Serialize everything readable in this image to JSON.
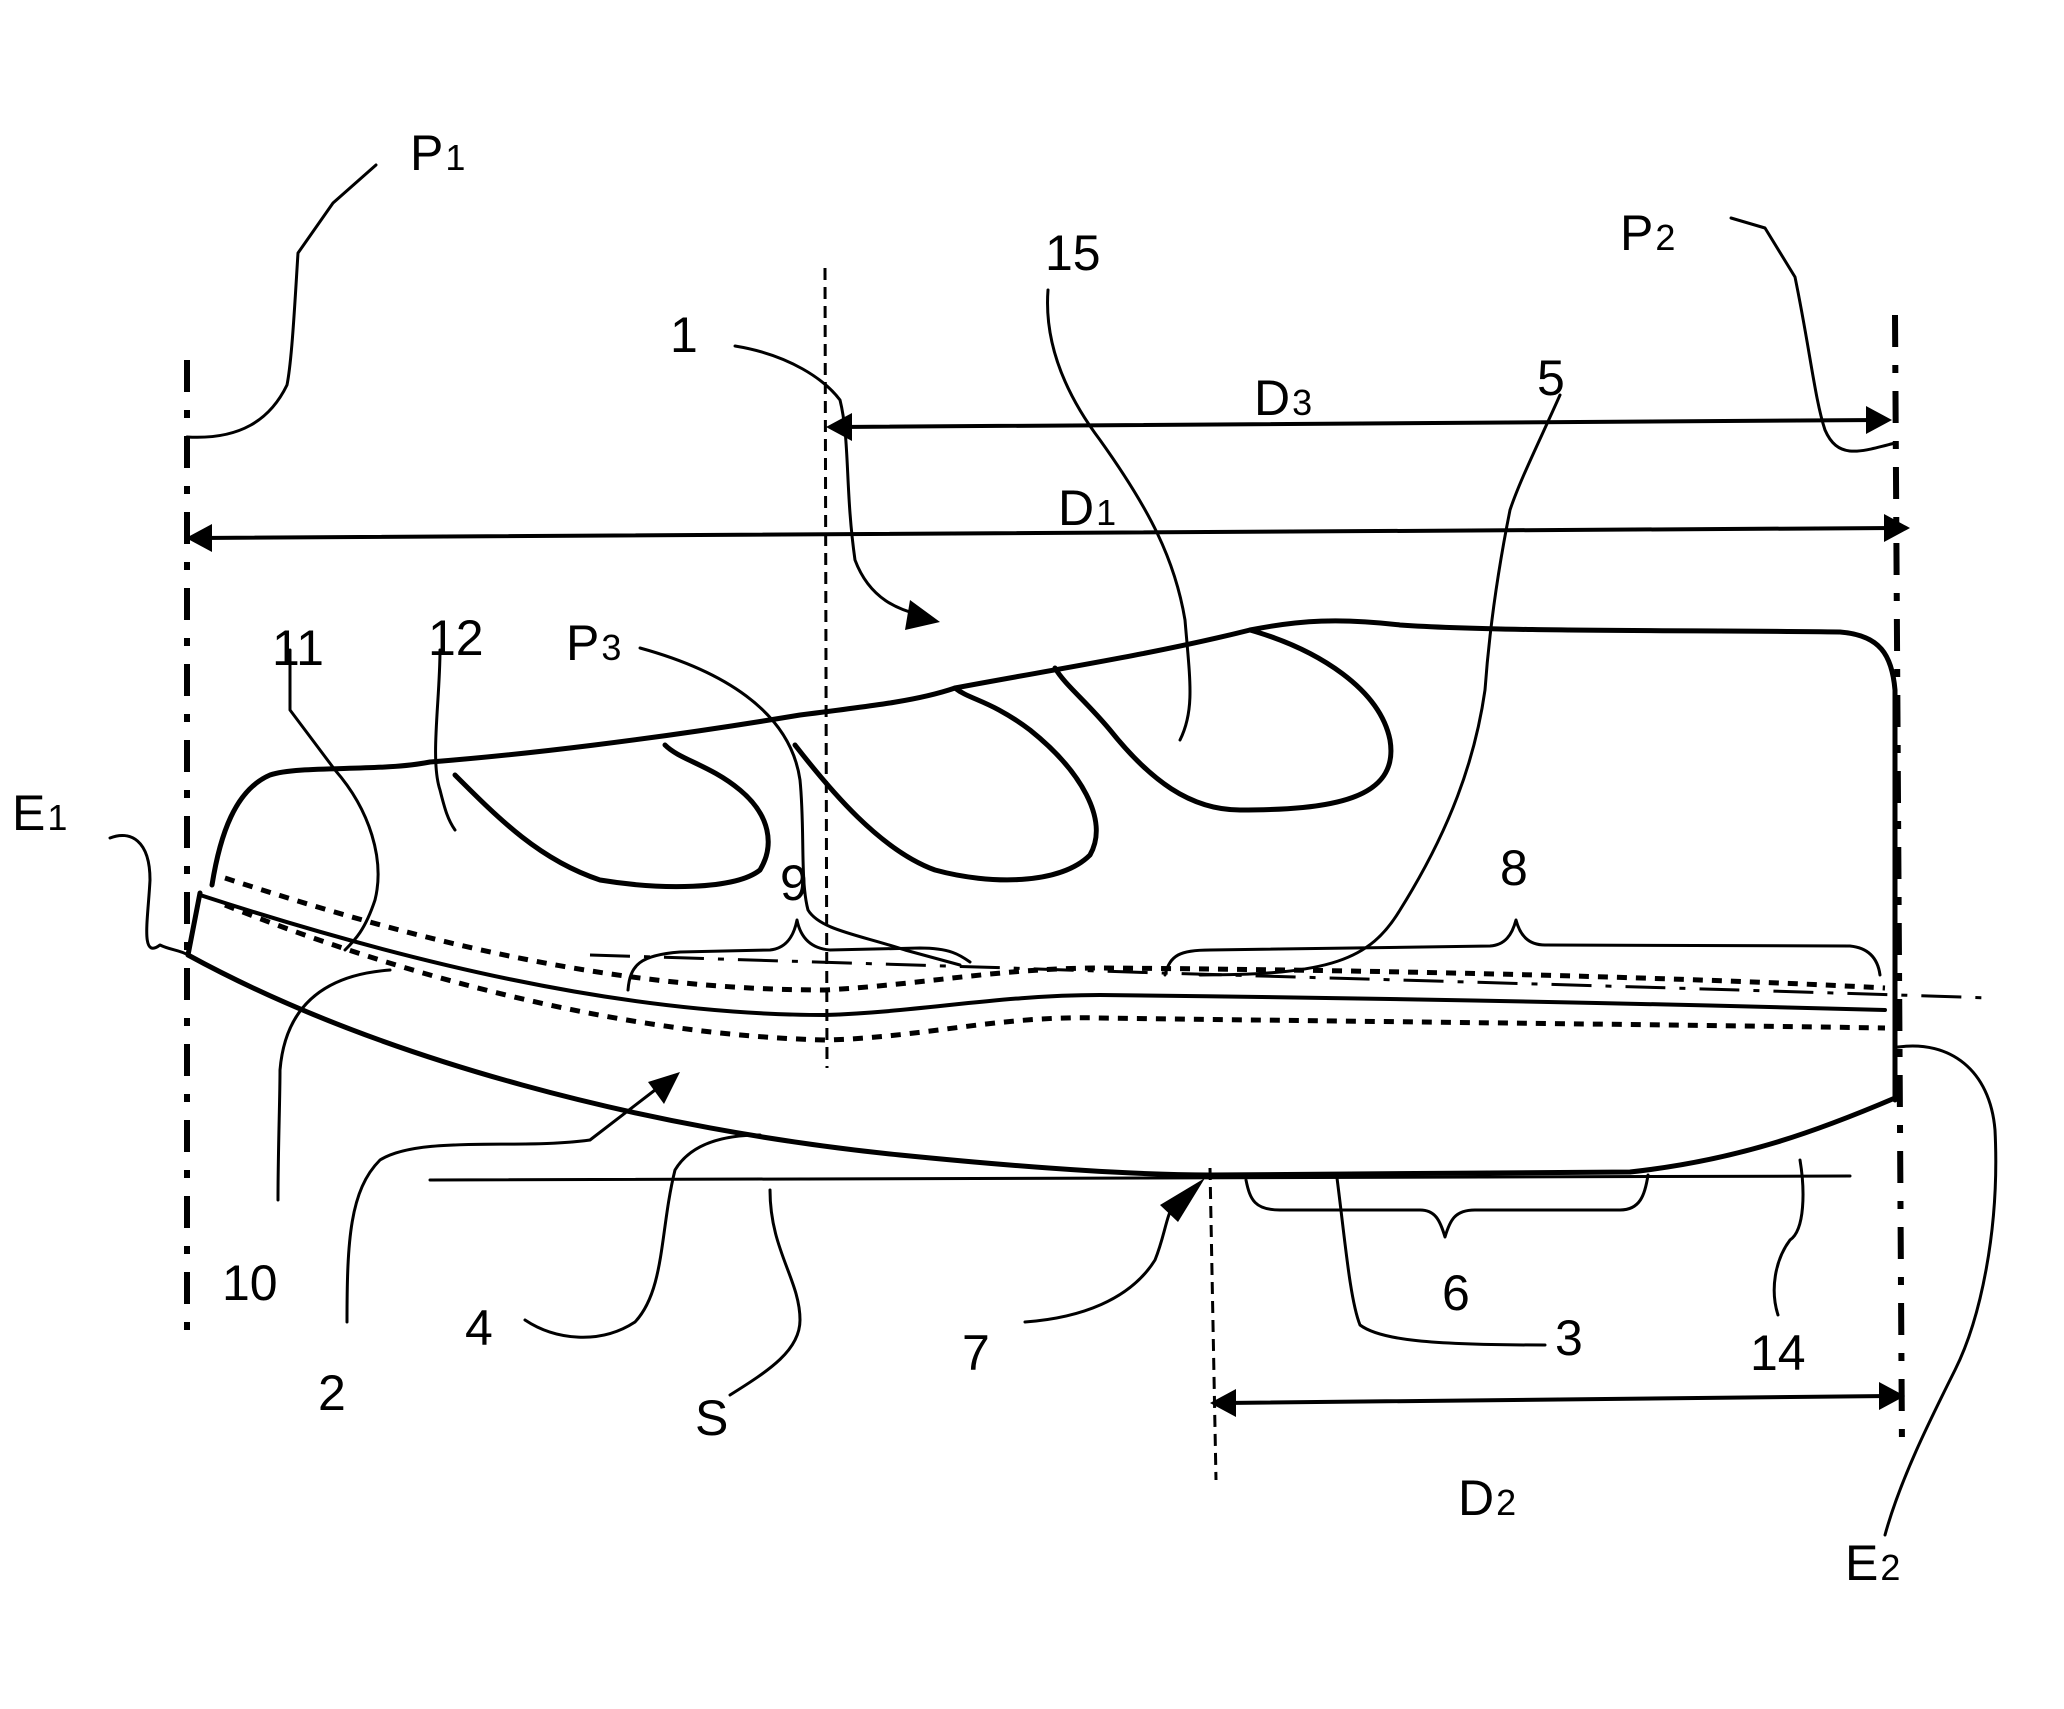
{
  "figure": {
    "description": "Patent drawing: side cross-section of a shoe with sole, reference planes and dimensions",
    "line_color": "#000000",
    "background": "#ffffff"
  },
  "labels": {
    "P1": {
      "main": "P",
      "sub": "1"
    },
    "P2": {
      "main": "P",
      "sub": "2"
    },
    "P3": {
      "main": "P",
      "sub": "3"
    },
    "D1": {
      "main": "D",
      "sub": "1"
    },
    "D2": {
      "main": "D",
      "sub": "2"
    },
    "D3": {
      "main": "D",
      "sub": "3"
    },
    "E1": {
      "main": "E",
      "sub": "1"
    },
    "E2": {
      "main": "E",
      "sub": "2"
    },
    "S": "S",
    "n1": "1",
    "n2": "2",
    "n3": "3",
    "n4": "4",
    "n5": "5",
    "n6": "6",
    "n7": "7",
    "n8": "8",
    "n9": "9",
    "n10": "10",
    "n11": "11",
    "n12": "12",
    "n14": "14",
    "n15": "15"
  }
}
